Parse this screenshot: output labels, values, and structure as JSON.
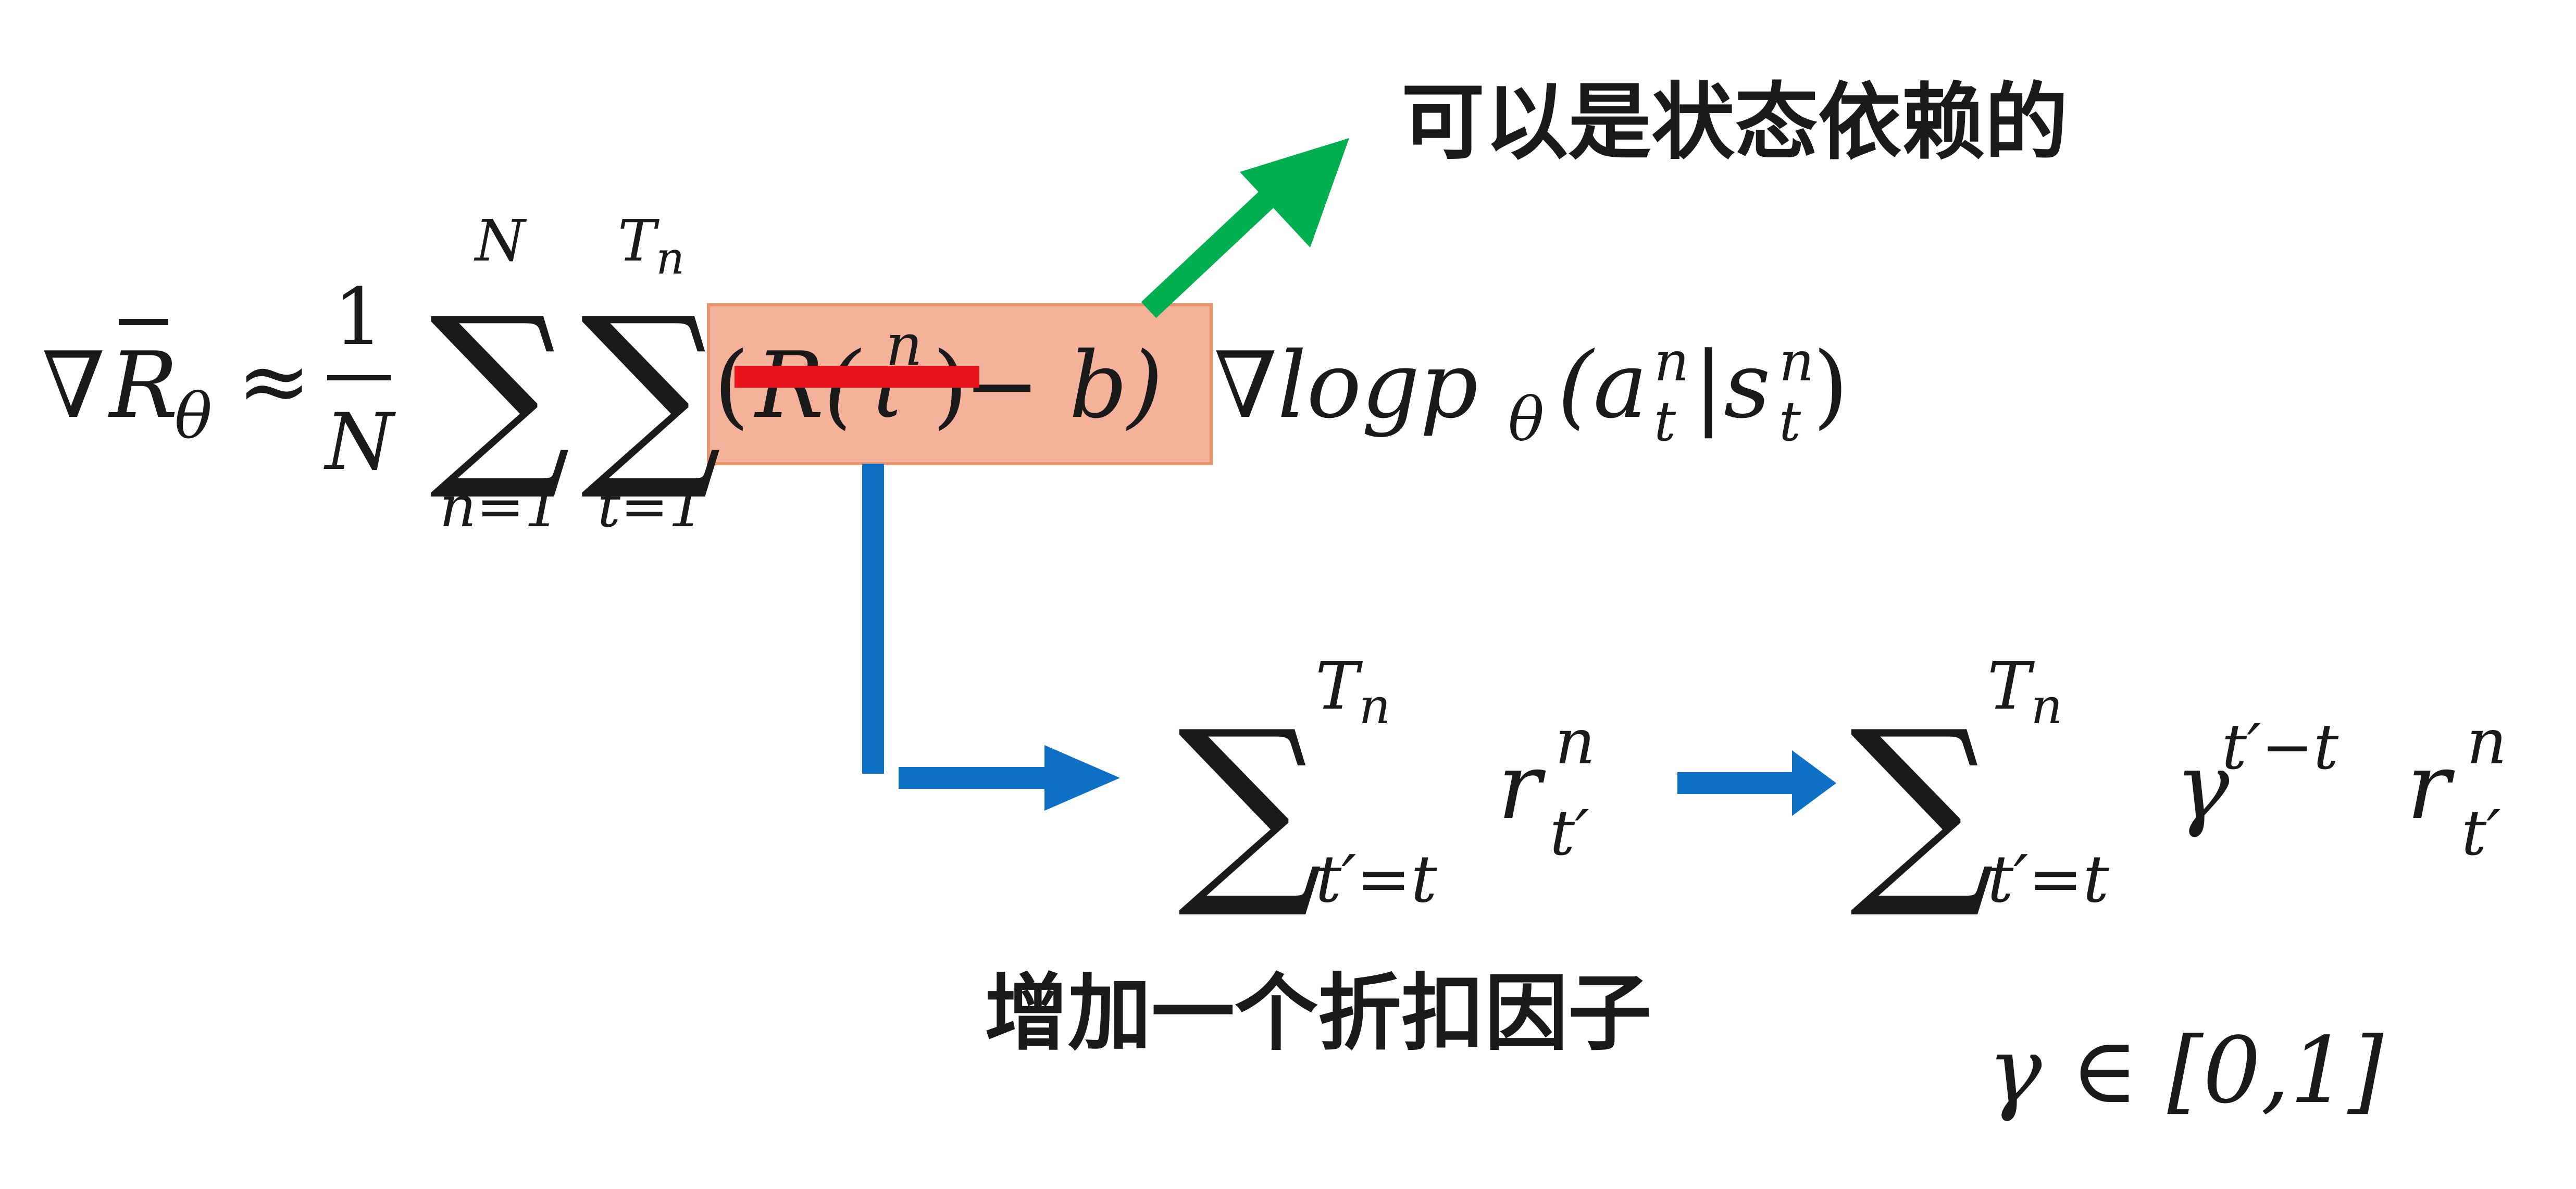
{
  "formula": {
    "nabla": "∇",
    "R": "R",
    "bar": "¯",
    "theta": "θ",
    "approx": "≈",
    "one": "1",
    "N": "N",
    "sigma": "∑",
    "sum1_upper": "N",
    "sum1_lower": "n=1",
    "sum2_upper": "T",
    "sum2_upper_sub": "n",
    "sum2_lower": "t=1",
    "paren_open": "(",
    "R_tau": "R(τ",
    "R_tau_sup": "n",
    "paren_close": ")",
    "minus_b": " − b)",
    "grad_log": "∇logp",
    "grad_log_sub": "θ",
    "args_open": "(a",
    "a_sup": "n",
    "a_sub": "t",
    "bar_sep": "|s",
    "s_sup": "n",
    "s_sub": "t",
    "args_close": ")"
  },
  "annotations": {
    "state_dependent": "可以是状态依赖的",
    "discount_factor": "增加一个折扣因子"
  },
  "reward_sum": {
    "sigma": "∑",
    "upper": "T",
    "upper_sub": "n",
    "lower": "t′=t",
    "r": "r",
    "r_sup": "n",
    "r_sub": "t′"
  },
  "discounted_sum": {
    "sigma": "∑",
    "upper": "T",
    "upper_sub": "n",
    "lower": "t′=t",
    "gamma": "γ",
    "gamma_exp": "t′−t",
    "r": "r",
    "r_sup": "n",
    "r_sub": "t′"
  },
  "gamma_range": "γ ∈ [0,1]",
  "colors": {
    "highlight_fill": "#f4b29a",
    "highlight_stroke": "#e8956e",
    "strike": "#e8141b",
    "green_arrow": "#00b050",
    "blue_arrow": "#0f71c6",
    "text": "#1a1a1a"
  }
}
